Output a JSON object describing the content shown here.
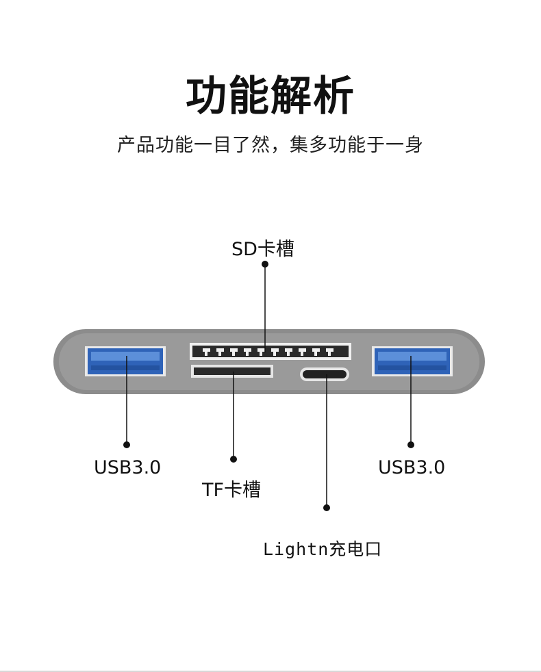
{
  "heading": "功能解析",
  "subheading": "产品功能一目了然，集多功能于一身",
  "ports": {
    "sd_slot": "SD卡槽",
    "usb_left": "USB3.0",
    "tf_slot": "TF卡槽",
    "usb_right": "USB3.0",
    "lightning": "Lightn充电口"
  },
  "colors": {
    "hub_body": "#8a8a8a",
    "usb_blue": "#2f63b8",
    "slot_dark": "#2a2a2a"
  }
}
